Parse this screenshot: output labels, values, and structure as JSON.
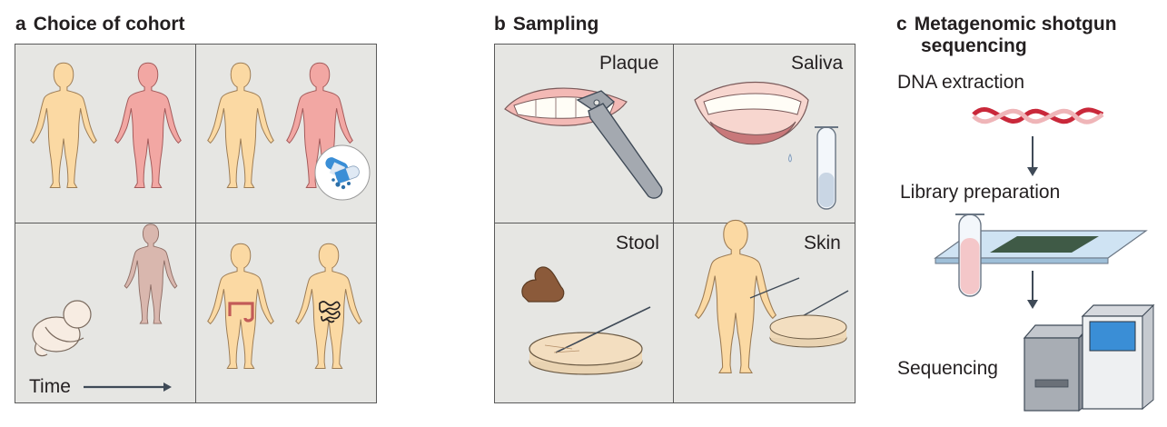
{
  "panel_a": {
    "letter": "a",
    "title": "Choice of cohort",
    "time_label": "Time"
  },
  "panel_b": {
    "letter": "b",
    "title": "Sampling",
    "cells": {
      "plaque": "Plaque",
      "saliva": "Saliva",
      "stool": "Stool",
      "skin": "Skin"
    }
  },
  "panel_c": {
    "letter": "c",
    "title_line1": "Metagenomic shotgun",
    "title_line2": "sequencing",
    "steps": {
      "dna": "DNA extraction",
      "library": "Library preparation",
      "sequencing": "Sequencing"
    }
  },
  "colors": {
    "healthy_body": "#fbd9a3",
    "diseased_body": "#f2a7a3",
    "child_body": "#d9b7ae",
    "box_bg": "#e6e6e3",
    "arrow": "#3f4a57",
    "dna_red": "#c9283a",
    "petri": "#efd9b8",
    "stool": "#8b5a3a",
    "instrument": "#8a8f98",
    "screen": "#3a8ed6"
  }
}
